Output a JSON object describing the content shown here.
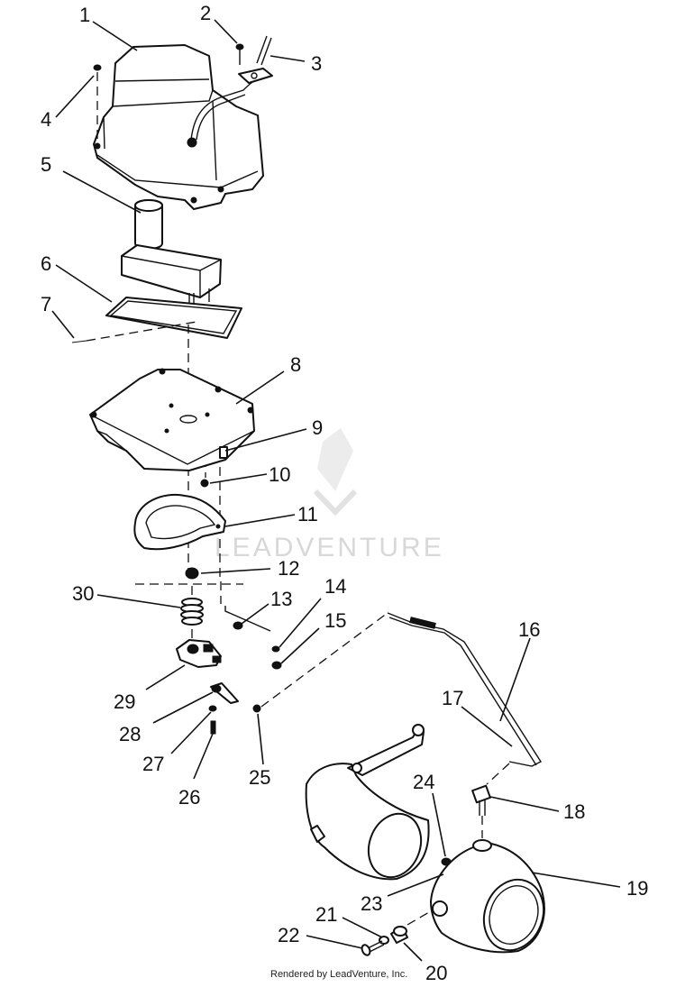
{
  "watermark": {
    "text": "LEADVENTURE"
  },
  "footer": {
    "text": "Rendered by LeadVenture, Inc."
  },
  "callouts": {
    "c1": "1",
    "c2": "2",
    "c3": "3",
    "c4": "4",
    "c5": "5",
    "c6": "6",
    "c7": "7",
    "c8": "8",
    "c9": "9",
    "c10": "10",
    "c11": "11",
    "c12": "12",
    "c13": "13",
    "c14": "14",
    "c15": "15",
    "c16": "16",
    "c17": "17",
    "c18": "18",
    "c19": "19",
    "c20": "20",
    "c21": "21",
    "c22": "22",
    "c23": "23",
    "c24": "24",
    "c25": "25",
    "c26": "26",
    "c27": "27",
    "c28": "28",
    "c29": "29",
    "c30": "30"
  }
}
